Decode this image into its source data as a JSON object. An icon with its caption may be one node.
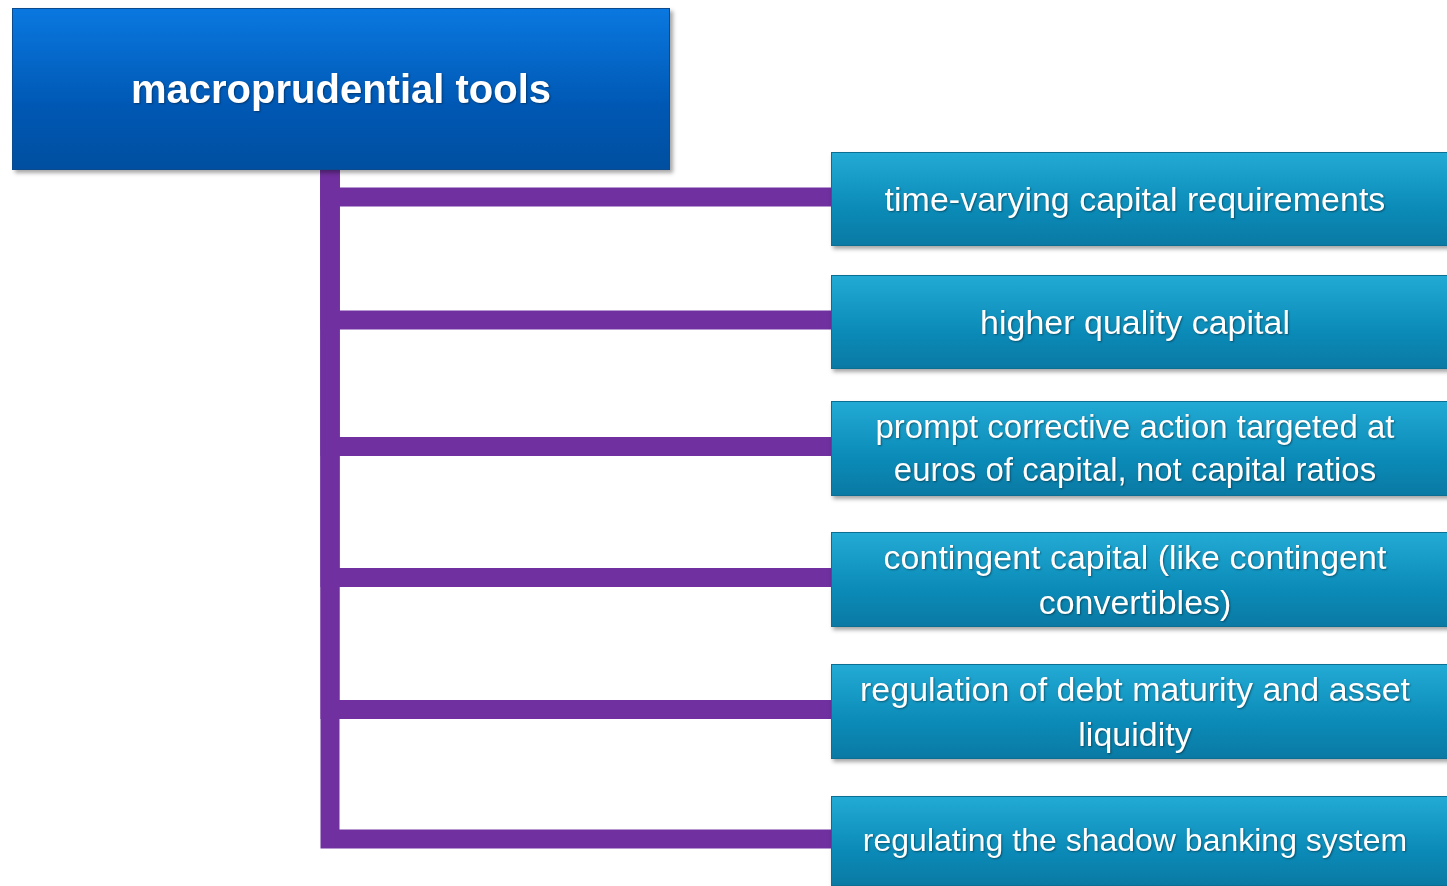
{
  "diagram": {
    "nodes": [
      {
        "text": [
          "macroprudential tools"
        ]
      },
      {
        "text": [
          "time-varying capital requirements"
        ]
      },
      {
        "text": [
          "higher quality capital"
        ]
      },
      {
        "text": [
          "prompt corrective action targeted at euros of capital, not capital ratios"
        ]
      },
      {
        "text": [
          "contingent capital (like contingent convertibles)"
        ]
      },
      {
        "text": [
          "regulation of debt maturity and asset liquidity"
        ]
      },
      {
        "text": [
          "regulating the shadow banking system"
        ]
      }
    ],
    "edges": [
      {
        "from": 0,
        "to": 1,
        "arrow": "none"
      },
      {
        "from": 0,
        "to": 2,
        "arrow": "none"
      },
      {
        "from": 0,
        "to": 3,
        "arrow": "none"
      },
      {
        "from": 0,
        "to": 4,
        "arrow": "none"
      },
      {
        "from": 0,
        "to": 5,
        "arrow": "none"
      },
      {
        "from": 0,
        "to": 6,
        "arrow": "none"
      }
    ]
  }
}
